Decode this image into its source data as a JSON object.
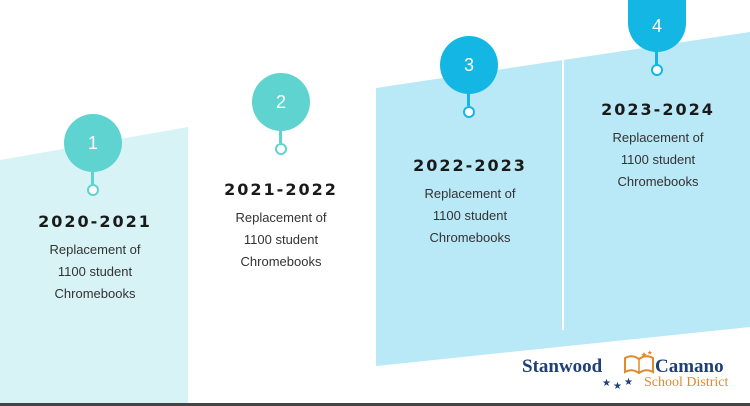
{
  "colors": {
    "band_left": "#d7f3f5",
    "band_right": "#b9e8f7",
    "marker_green": "#5fd3d0",
    "marker_blue": "#14b7e3",
    "logo_blue": "#1e3f78",
    "logo_orange": "#e08a2c"
  },
  "steps": [
    {
      "number": "1",
      "year": "2020-2021",
      "line1": "Replacement of",
      "line2": "1100 student",
      "line3": "Chromebooks",
      "marker_color": "green"
    },
    {
      "number": "2",
      "year": "2021-2022",
      "line1": "Replacement of",
      "line2": "1100 student",
      "line3": "Chromebooks",
      "marker_color": "green"
    },
    {
      "number": "3",
      "year": "2022-2023",
      "line1": "Replacement of",
      "line2": "1100 student",
      "line3": "Chromebooks",
      "marker_color": "blue"
    },
    {
      "number": "4",
      "year": "2023-2024",
      "line1": "Replacement of",
      "line2": "1100 student",
      "line3": "Chromebooks",
      "marker_color": "blue"
    }
  ],
  "logo": {
    "word1": "Stanwood",
    "word2": "Camano",
    "subtitle": "School District"
  }
}
